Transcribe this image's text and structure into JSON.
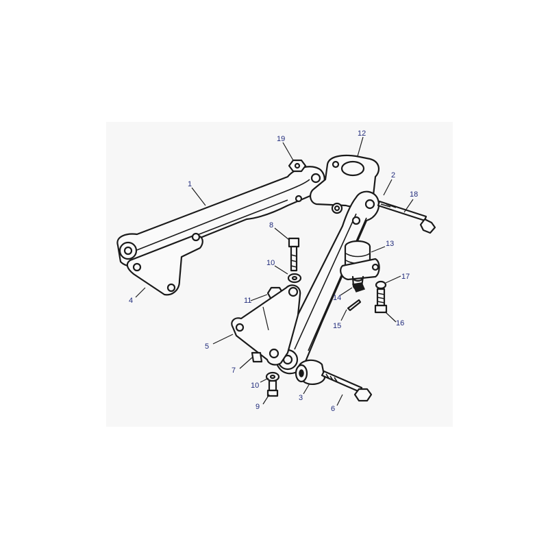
{
  "callouts": [
    "1",
    "2",
    "3",
    "4",
    "5",
    "6",
    "7",
    "8",
    "9",
    "10",
    "10",
    "11",
    "12",
    "13",
    "14",
    "15",
    "16",
    "17",
    "18",
    "19"
  ],
  "colors": {
    "background": "#f7f7f7",
    "line": "#1a1a1a",
    "label": "#1f2a7a"
  }
}
